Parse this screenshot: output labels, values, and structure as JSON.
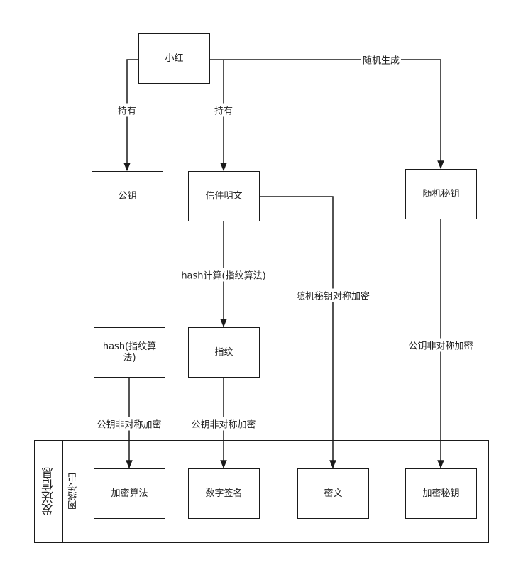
{
  "nodes": {
    "xiaohong": "小红",
    "public_key": "公钥",
    "plaintext": "信件明文",
    "random_key": "随机秘钥",
    "fingerprint": "指纹",
    "hash_algo": "hash(指纹算法)",
    "enc_algo": "加密算法",
    "signature": "数字签名",
    "ciphertext": "密文",
    "enc_key": "加密秘钥"
  },
  "edges": {
    "holds_1": "持有",
    "holds_2": "持有",
    "random_gen": "随机生成",
    "hash_calc": "hash计算(指纹算法)",
    "sym_encrypt": "随机秘钥对称加密",
    "asym_encrypt_key": "公钥非对称加密",
    "asym_encrypt_algo": "公钥非对称加密",
    "asym_encrypt_fp": "公钥非对称加密"
  },
  "frame": {
    "send_info": "发送信息",
    "network_out": "网络传出"
  }
}
